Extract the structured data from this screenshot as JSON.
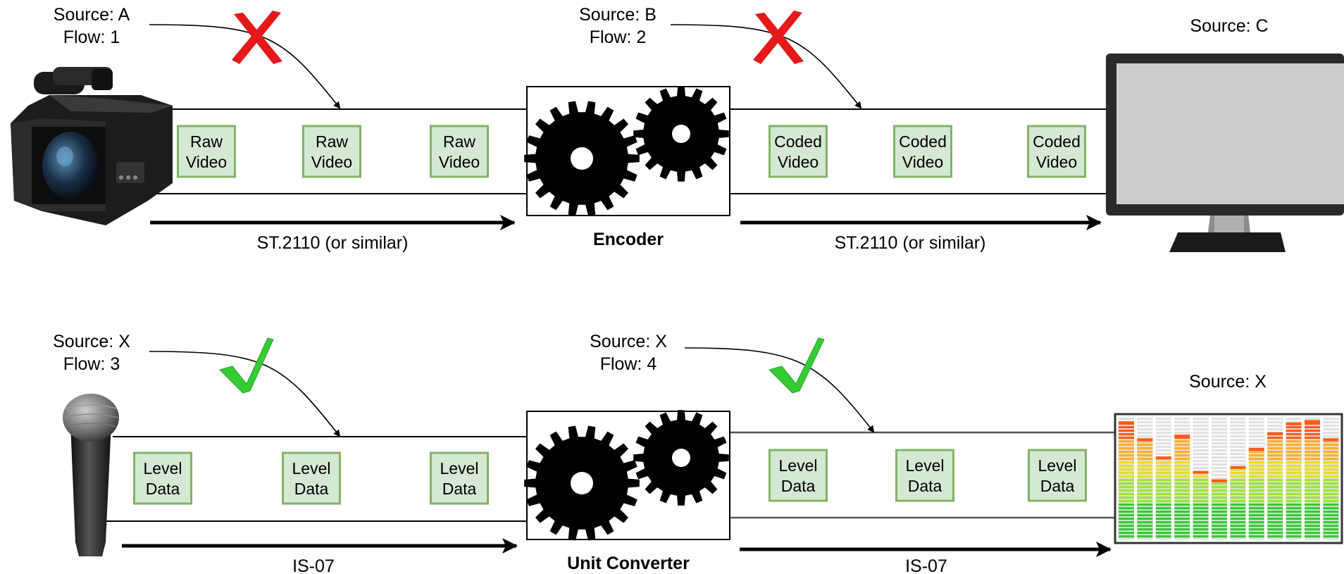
{
  "top_row": {
    "label_a_source": "Source: A",
    "label_a_flow": "Flow: 1",
    "label_b_source": "Source: B",
    "label_b_flow": "Flow: 2",
    "label_c_source": "Source: C",
    "packets_left": [
      "Raw|Video",
      "Raw|Video",
      "Raw|Video"
    ],
    "packets_right": [
      "Coded|Video",
      "Coded|Video",
      "Coded|Video"
    ],
    "processor_label": "Encoder",
    "transport_left": "ST.2110 (or similar)",
    "transport_right": "ST.2110 (or similar)",
    "status_marks": [
      "cross-icon",
      "cross-icon"
    ]
  },
  "bottom_row": {
    "label_x1_source": "Source: X",
    "label_x1_flow": "Flow: 3",
    "label_x2_source": "Source: X",
    "label_x2_flow": "Flow: 4",
    "label_x3_source": "Source: X",
    "packets_left": [
      "Level|Data",
      "Level|Data",
      "Level|Data"
    ],
    "packets_right": [
      "Level|Data",
      "Level|Data",
      "Level|Data"
    ],
    "processor_label": "Unit Converter",
    "transport_left": "IS-07",
    "transport_right": "IS-07",
    "status_marks": [
      "check-icon",
      "check-icon"
    ]
  },
  "devices": [
    "video-camera-icon",
    "monitor-icon",
    "microphone-icon",
    "level-meter-icon"
  ],
  "colors": {
    "packet_fill": "#d5e8d4",
    "packet_border": "#82b366",
    "cross": "#e51919",
    "check": "#33cc33",
    "screen": "#cccccc",
    "meter_red": "#ff6a1a",
    "meter_green": "#33cc33"
  }
}
